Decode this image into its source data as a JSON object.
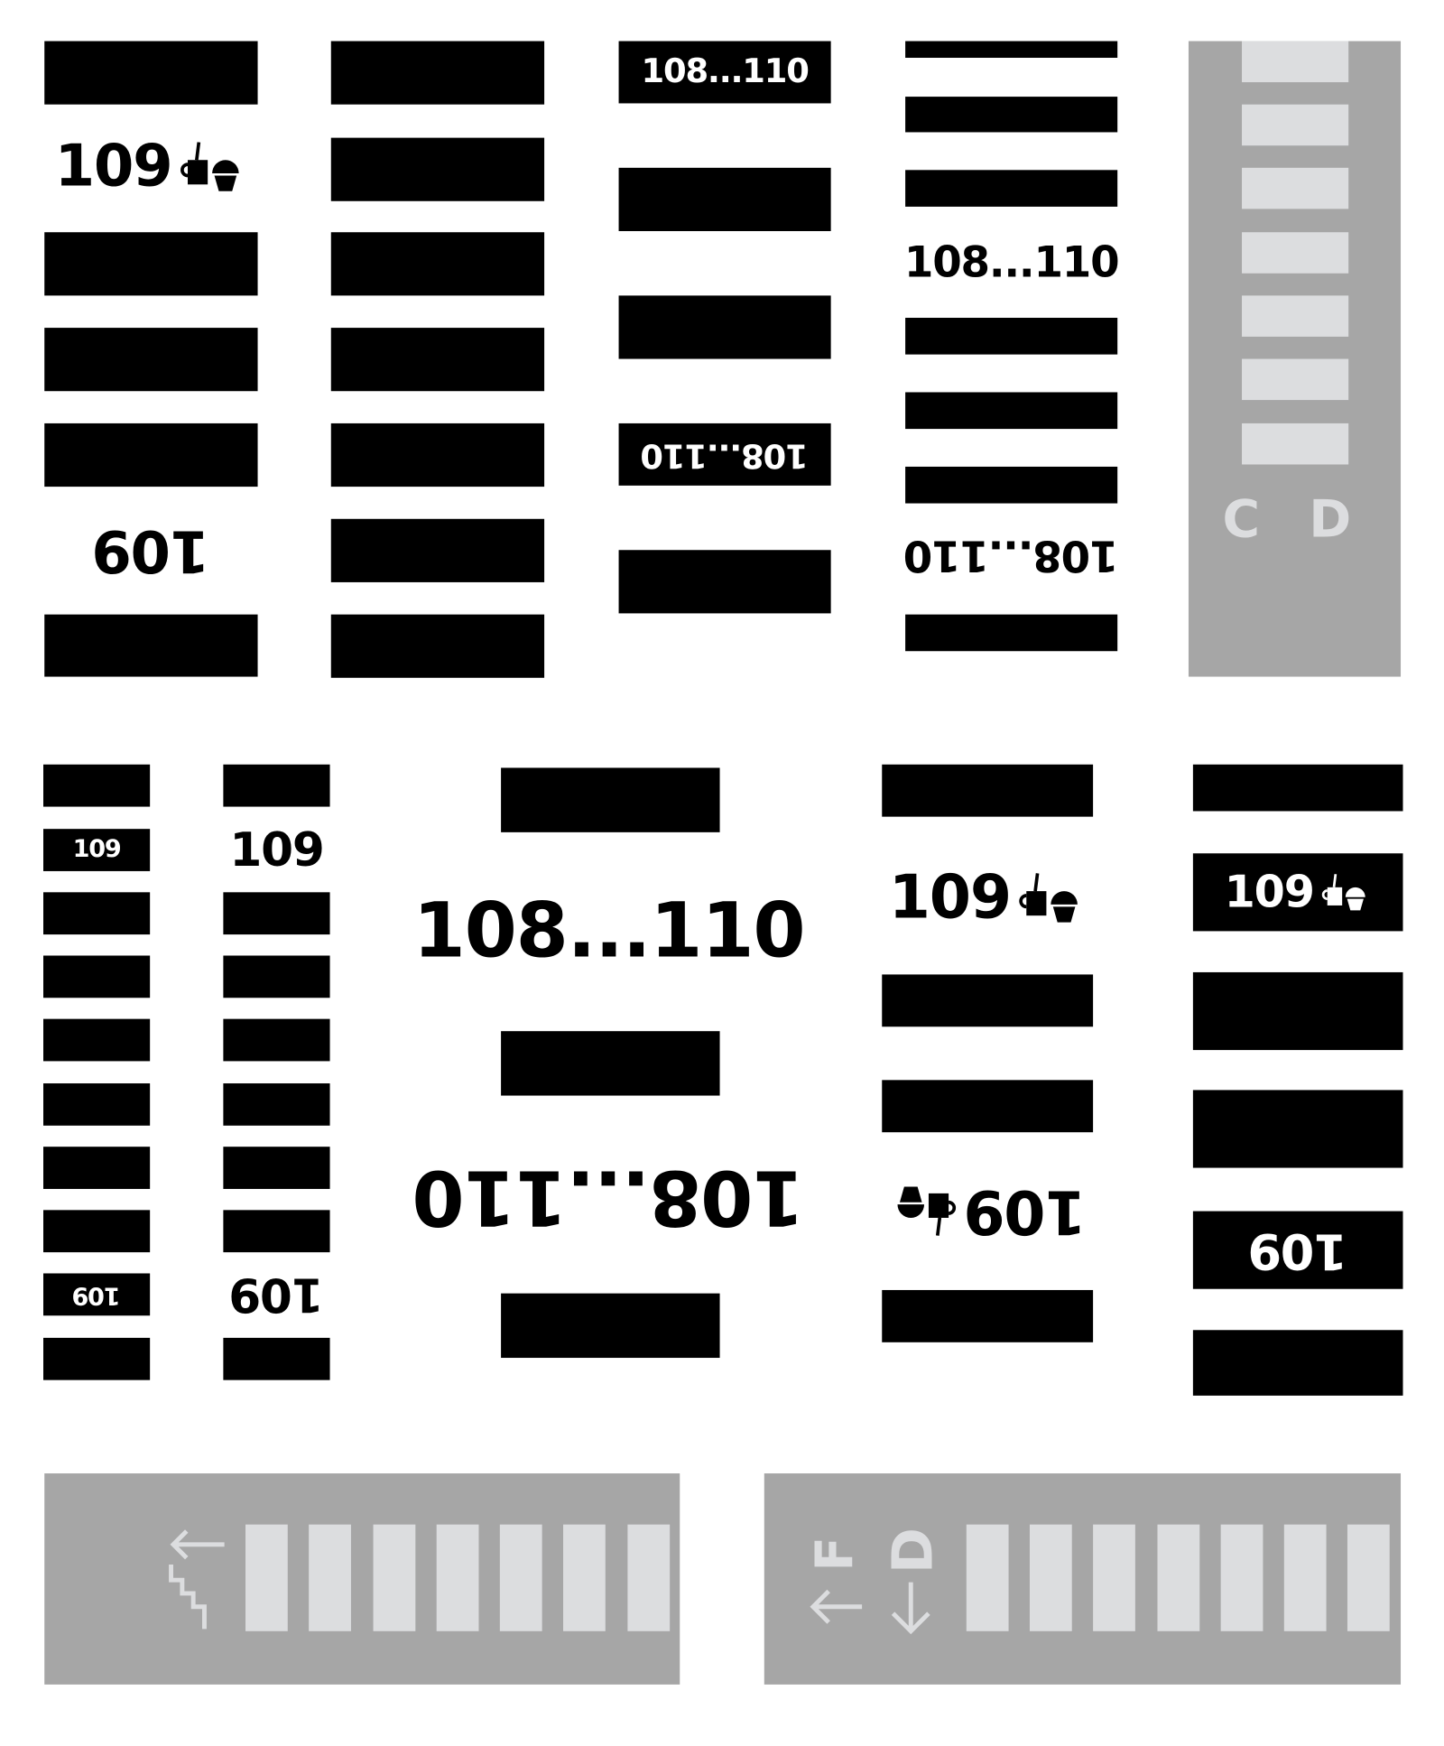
{
  "signs": {
    "room_single": "109",
    "room_range": "108...110",
    "floor_letters": "C D",
    "letter_f": "F",
    "letter_d": "D"
  },
  "icons": [
    "cafe-icon",
    "stairs-icon",
    "arrow-left-icon",
    "arrow-down-icon"
  ],
  "colors": {
    "black": "#000000",
    "panel_gray": "#a6a6a6",
    "light_gray": "#dcdddf"
  }
}
